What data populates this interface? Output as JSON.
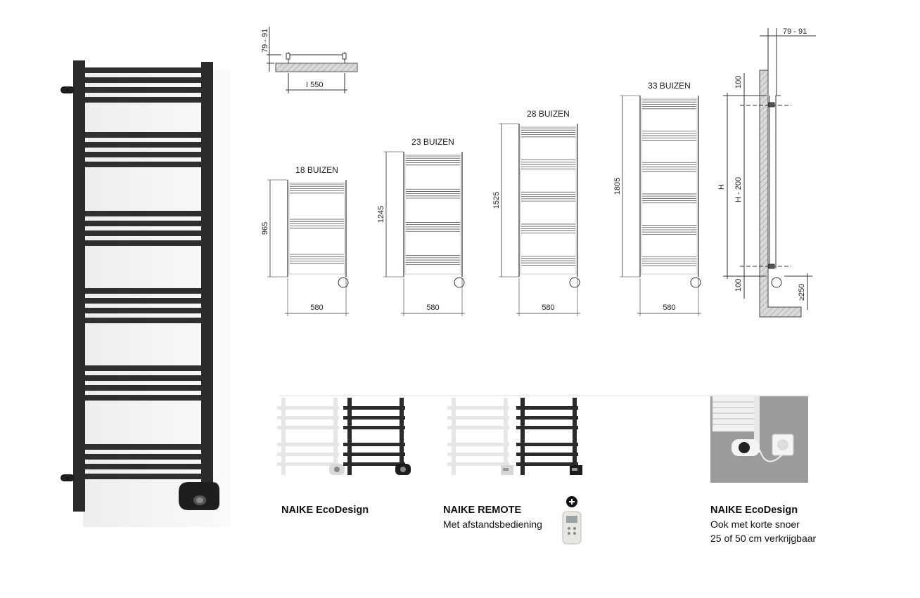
{
  "top_view": {
    "depth": "79 - 91",
    "width": "I 550"
  },
  "models": [
    {
      "tubes": "18 BUIZEN",
      "height": "965",
      "width": "580"
    },
    {
      "tubes": "23 BUIZEN",
      "height": "1245",
      "width": "580"
    },
    {
      "tubes": "28 BUIZEN",
      "height": "1525",
      "width": "580"
    },
    {
      "tubes": "33 BUIZEN",
      "height": "1805",
      "width": "580"
    }
  ],
  "side_view": {
    "depth": "79 - 91",
    "top_gap": "100",
    "bottom_gap": "100",
    "height": "H",
    "inner_height": "H - 200",
    "floor_gap": "≥250"
  },
  "variants": [
    {
      "title": "NAIKE EcoDesign",
      "lines": []
    },
    {
      "title": "NAIKE REMOTE",
      "lines": [
        "Met afstandsbediening"
      ]
    },
    {
      "title": "NAIKE EcoDesign",
      "lines": [
        "Ook met korte snoer",
        "25 of 50 cm verkrijgbaar"
      ]
    }
  ],
  "colors": {
    "radiator_black": "#2b2b2b",
    "radiator_white": "#e6e6e6",
    "line": "#333333",
    "wall_hatch": "#bdbdbd"
  }
}
